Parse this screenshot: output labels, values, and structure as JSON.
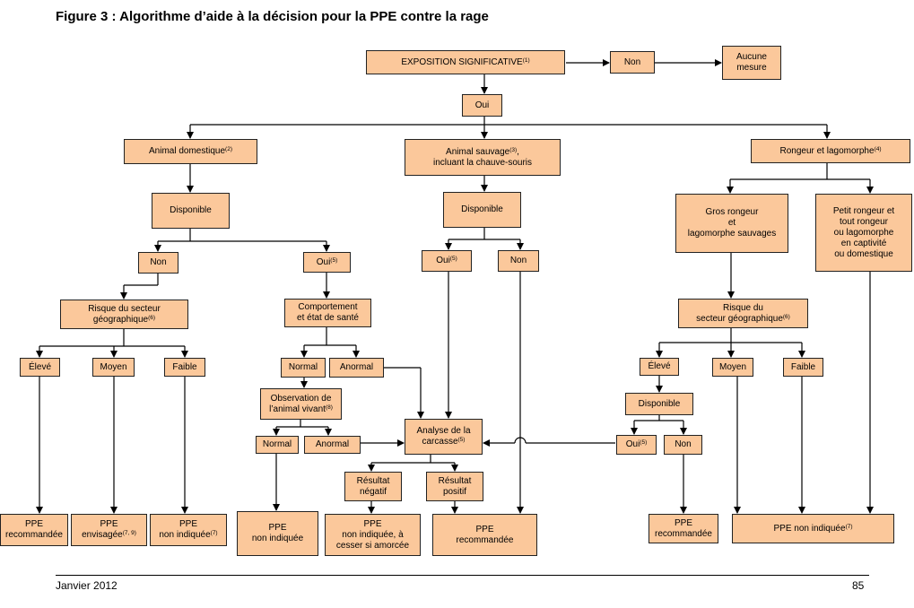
{
  "title": "Figure 3 : Algorithme d’aide à la décision pour la PPE contre la rage",
  "colors": {
    "box_fill": "#fbc89b",
    "line": "#000000"
  },
  "nodes": {
    "exposition": {
      "text": "EXPOSITION SIGNIFICATIVE",
      "sup": "(1)"
    },
    "non_top": {
      "text": "Non"
    },
    "aucune_mesure": {
      "text": "Aucune\nmesure"
    },
    "oui_top": {
      "text": "Oui"
    },
    "animal_domestique": {
      "text": "Animal domestique",
      "sup": "(2)"
    },
    "animal_sauvage": {
      "text": "Animal sauvage",
      "sup": "(3)",
      "text2": ",\nincluant la chauve-souris"
    },
    "rongeur": {
      "text": "Rongeur et lagomorphe",
      "sup": "(4)"
    },
    "disponible_dom": {
      "text": "Disponible"
    },
    "disponible_sauv": {
      "text": "Disponible"
    },
    "gros_rongeur": {
      "text": "Gros rongeur\net\nlagomorphe sauvages"
    },
    "petit_rongeur": {
      "text": "Petit rongeur et\ntout rongeur\nou lagomorphe\nen captivité\nou domestique"
    },
    "non_dom": {
      "text": "Non"
    },
    "oui_dom": {
      "text": "Oui",
      "sup": "(5)"
    },
    "oui_sauv": {
      "text": "Oui",
      "sup": "(5)"
    },
    "non_sauv": {
      "text": "Non"
    },
    "risque_dom": {
      "text": "Risque du secteur\ngéographique",
      "sup": "(6)"
    },
    "comportement": {
      "text": "Comportement\net état de santé"
    },
    "risque_rong": {
      "text": "Risque du\nsecteur géographique",
      "sup": "(6)"
    },
    "eleve_dom": {
      "text": "Élevé"
    },
    "moyen_dom": {
      "text": "Moyen"
    },
    "faible_dom": {
      "text": "Faible"
    },
    "normal_1": {
      "text": "Normal"
    },
    "anormal_1": {
      "text": "Anormal"
    },
    "eleve_rong": {
      "text": "Élevé"
    },
    "moyen_rong": {
      "text": "Moyen"
    },
    "faible_rong": {
      "text": "Faible"
    },
    "observation": {
      "text": "Observation de\nl’animal vivant",
      "sup": "(8)"
    },
    "disponible_rong": {
      "text": "Disponible"
    },
    "normal_2": {
      "text": "Normal"
    },
    "anormal_2": {
      "text": "Anormal"
    },
    "analyse": {
      "text": "Analyse de la\ncarcasse",
      "sup": "(5)"
    },
    "oui_rong": {
      "text": "Oui",
      "sup": "(5)"
    },
    "non_rong": {
      "text": "Non"
    },
    "resultat_negatif": {
      "text": "Résultat\nnégatif"
    },
    "resultat_positif": {
      "text": "Résultat\npositif"
    },
    "ppe_recommandee_1": {
      "text": "PPE\nrecommandée"
    },
    "ppe_envisagee": {
      "text": "PPE\nenvisagée",
      "sup": "(7, 9)"
    },
    "ppe_non_indiquee_1": {
      "text": "PPE\nnon indiquée",
      "sup": "(7)"
    },
    "ppe_non_indiquee_2": {
      "text": "PPE\nnon indiquée"
    },
    "ppe_cesser": {
      "text": "PPE\nnon indiquée, à\ncesser si amorcée"
    },
    "ppe_recommandee_2": {
      "text": "PPE\nrecommandée"
    },
    "ppe_recommandee_3": {
      "text": "PPE\nrecommandée"
    },
    "ppe_non_indiquee_3": {
      "text": "PPE non indiquée",
      "sup": "(7)"
    }
  },
  "footer": {
    "date": "Janvier 2012",
    "page": "85"
  }
}
